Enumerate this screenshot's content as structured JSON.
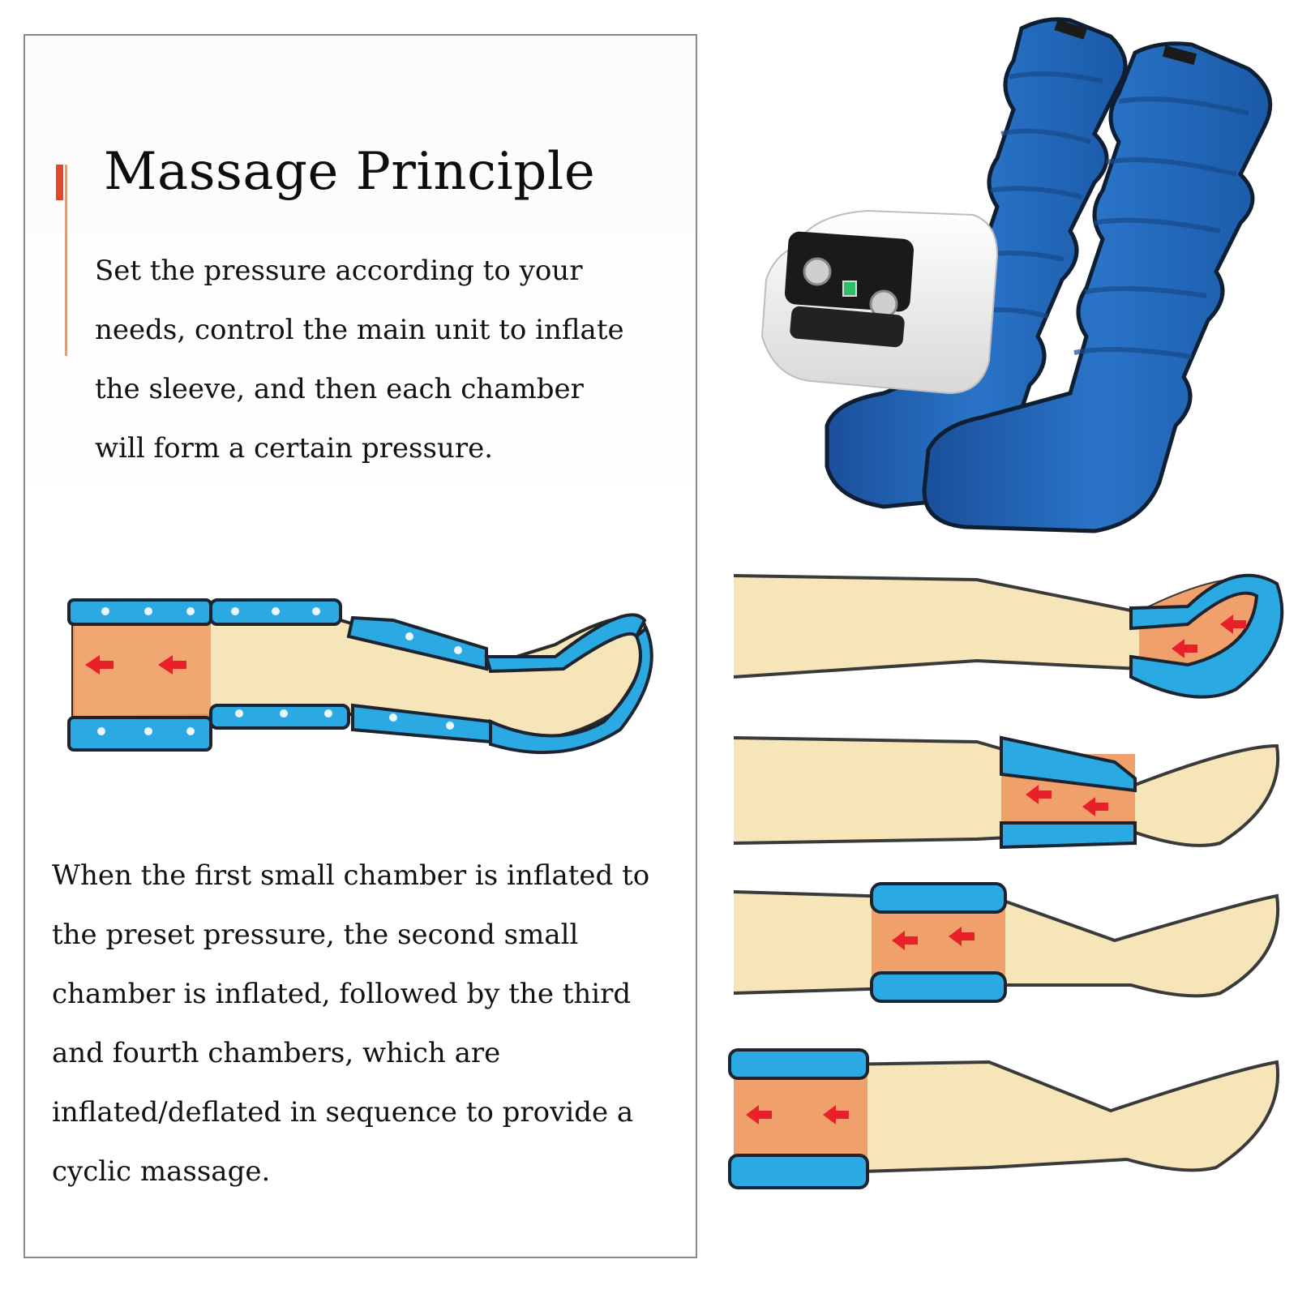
{
  "heading": {
    "title": "Massage Principle"
  },
  "intro": {
    "lines": [
      "Set the pressure according to your",
      "needs, control the main unit to inflate",
      "the sleeve, and then each chamber",
      "will form a certain pressure."
    ]
  },
  "sequence_text": {
    "lines": [
      "When the first small chamber is inflated to",
      "the preset pressure, the second small",
      "chamber is inflated, followed by the third",
      "and fourth chambers, which are",
      "inflated/deflated in sequence to provide a",
      "cyclic massage."
    ]
  },
  "colors": {
    "sleeve_blue": "#1e64b8",
    "chamber_blue": "#2aa9e2",
    "leg_cream": "#f5e5b8",
    "pressure_orange": "#f0a06a",
    "arrow_red": "#e8202a",
    "accent_orange": "#e0492a"
  },
  "images": {
    "product": "pneumatic-compression-control-unit-with-leg-sleeves",
    "diagram_main": "leg-sleeve-full-chamber-diagram",
    "diagram_steps": "four-step-inflation-sequence-diagrams"
  }
}
